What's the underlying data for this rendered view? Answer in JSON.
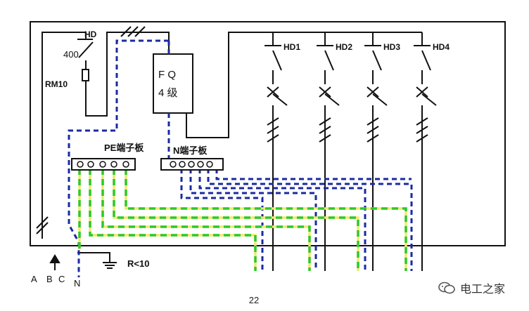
{
  "labels": {
    "hd": "HD",
    "rating": "400",
    "fuse": "RM10",
    "device_line1": "F  Q",
    "device_line2": "4  级",
    "pe_board": "PE端子板",
    "n_board": "N端子板",
    "branches": [
      "HD1",
      "HD2",
      "HD3",
      "HD4"
    ],
    "phases": [
      "A",
      "B",
      "C"
    ],
    "neutral": "N",
    "ground": "R<10"
  },
  "page_number": "22",
  "watermark": "电工之家",
  "colors": {
    "line": "#111111",
    "neutral": "#1a2aa0",
    "pe_green": "#2ec82e",
    "pe_yellow": "#ecec6a"
  }
}
